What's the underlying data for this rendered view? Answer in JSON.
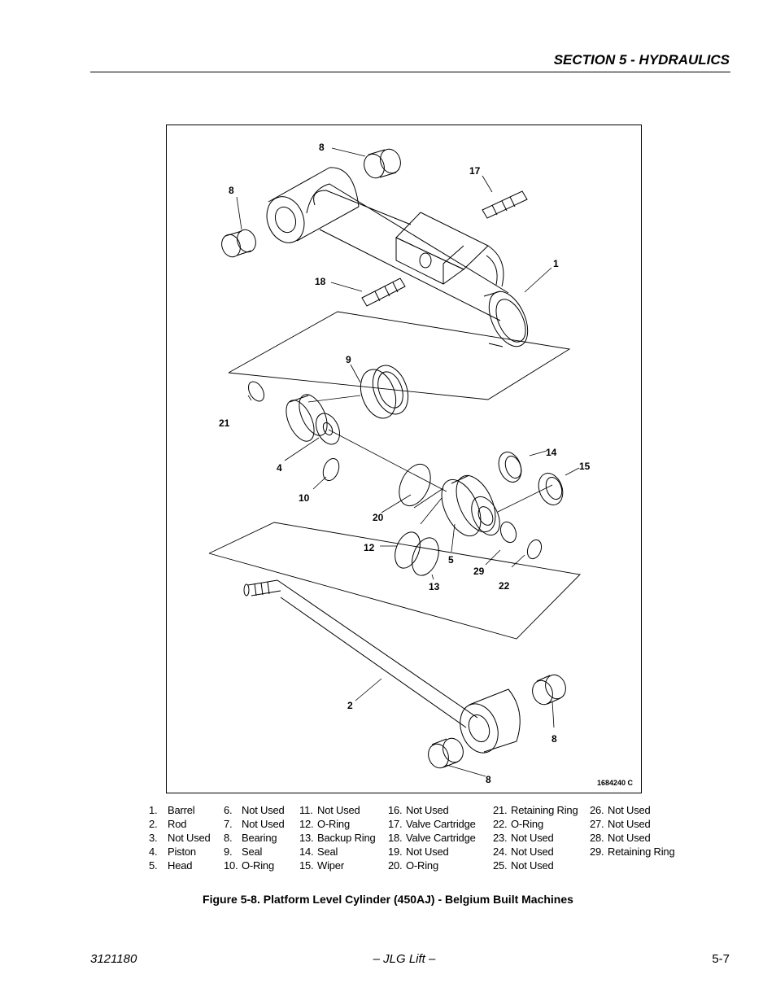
{
  "header": {
    "section_title": "SECTION 5 - HYDRAULICS"
  },
  "figure": {
    "drawing_number": "1684240 C",
    "callouts": {
      "c1": "1",
      "c2": "2",
      "c4": "4",
      "c5": "5",
      "c8a": "8",
      "c8b": "8",
      "c8c": "8",
      "c8d": "8",
      "c9": "9",
      "c10": "10",
      "c12": "12",
      "c13": "13",
      "c14": "14",
      "c15": "15",
      "c17": "17",
      "c18": "18",
      "c20": "20",
      "c21": "21",
      "c22": "22",
      "c29": "29"
    }
  },
  "legend": {
    "columns": [
      [
        {
          "num": "1.",
          "label": "Barrel"
        },
        {
          "num": "2.",
          "label": "Rod"
        },
        {
          "num": "3.",
          "label": "Not Used"
        },
        {
          "num": "4.",
          "label": "Piston"
        },
        {
          "num": "5.",
          "label": "Head"
        }
      ],
      [
        {
          "num": "6.",
          "label": "Not Used"
        },
        {
          "num": "7.",
          "label": "Not Used"
        },
        {
          "num": "8.",
          "label": "Bearing"
        },
        {
          "num": "9.",
          "label": "Seal"
        },
        {
          "num": "10.",
          "label": "O-Ring"
        }
      ],
      [
        {
          "num": "11.",
          "label": "Not Used"
        },
        {
          "num": "12.",
          "label": "O-Ring"
        },
        {
          "num": "13.",
          "label": "Backup Ring"
        },
        {
          "num": "14.",
          "label": "Seal"
        },
        {
          "num": "15.",
          "label": "Wiper"
        }
      ],
      [
        {
          "num": "16.",
          "label": "Not Used"
        },
        {
          "num": "17.",
          "label": "Valve Cartridge"
        },
        {
          "num": "18.",
          "label": "Valve Cartridge"
        },
        {
          "num": "19.",
          "label": "Not Used"
        },
        {
          "num": "20.",
          "label": "O-Ring"
        }
      ],
      [
        {
          "num": "21.",
          "label": "Retaining Ring"
        },
        {
          "num": "22.",
          "label": "O-Ring"
        },
        {
          "num": "23.",
          "label": "Not Used"
        },
        {
          "num": "24.",
          "label": "Not Used"
        },
        {
          "num": "25.",
          "label": "Not Used"
        }
      ],
      [
        {
          "num": "26.",
          "label": "Not Used"
        },
        {
          "num": "27.",
          "label": "Not Used"
        },
        {
          "num": "28.",
          "label": "Not Used"
        },
        {
          "num": "29.",
          "label": "Retaining Ring"
        }
      ]
    ]
  },
  "caption": "Figure 5-8.  Platform Level Cylinder (450AJ) - Belgium Built Machines",
  "footer": {
    "doc_number": "3121180",
    "center": "– JLG Lift –",
    "page": "5-7"
  }
}
